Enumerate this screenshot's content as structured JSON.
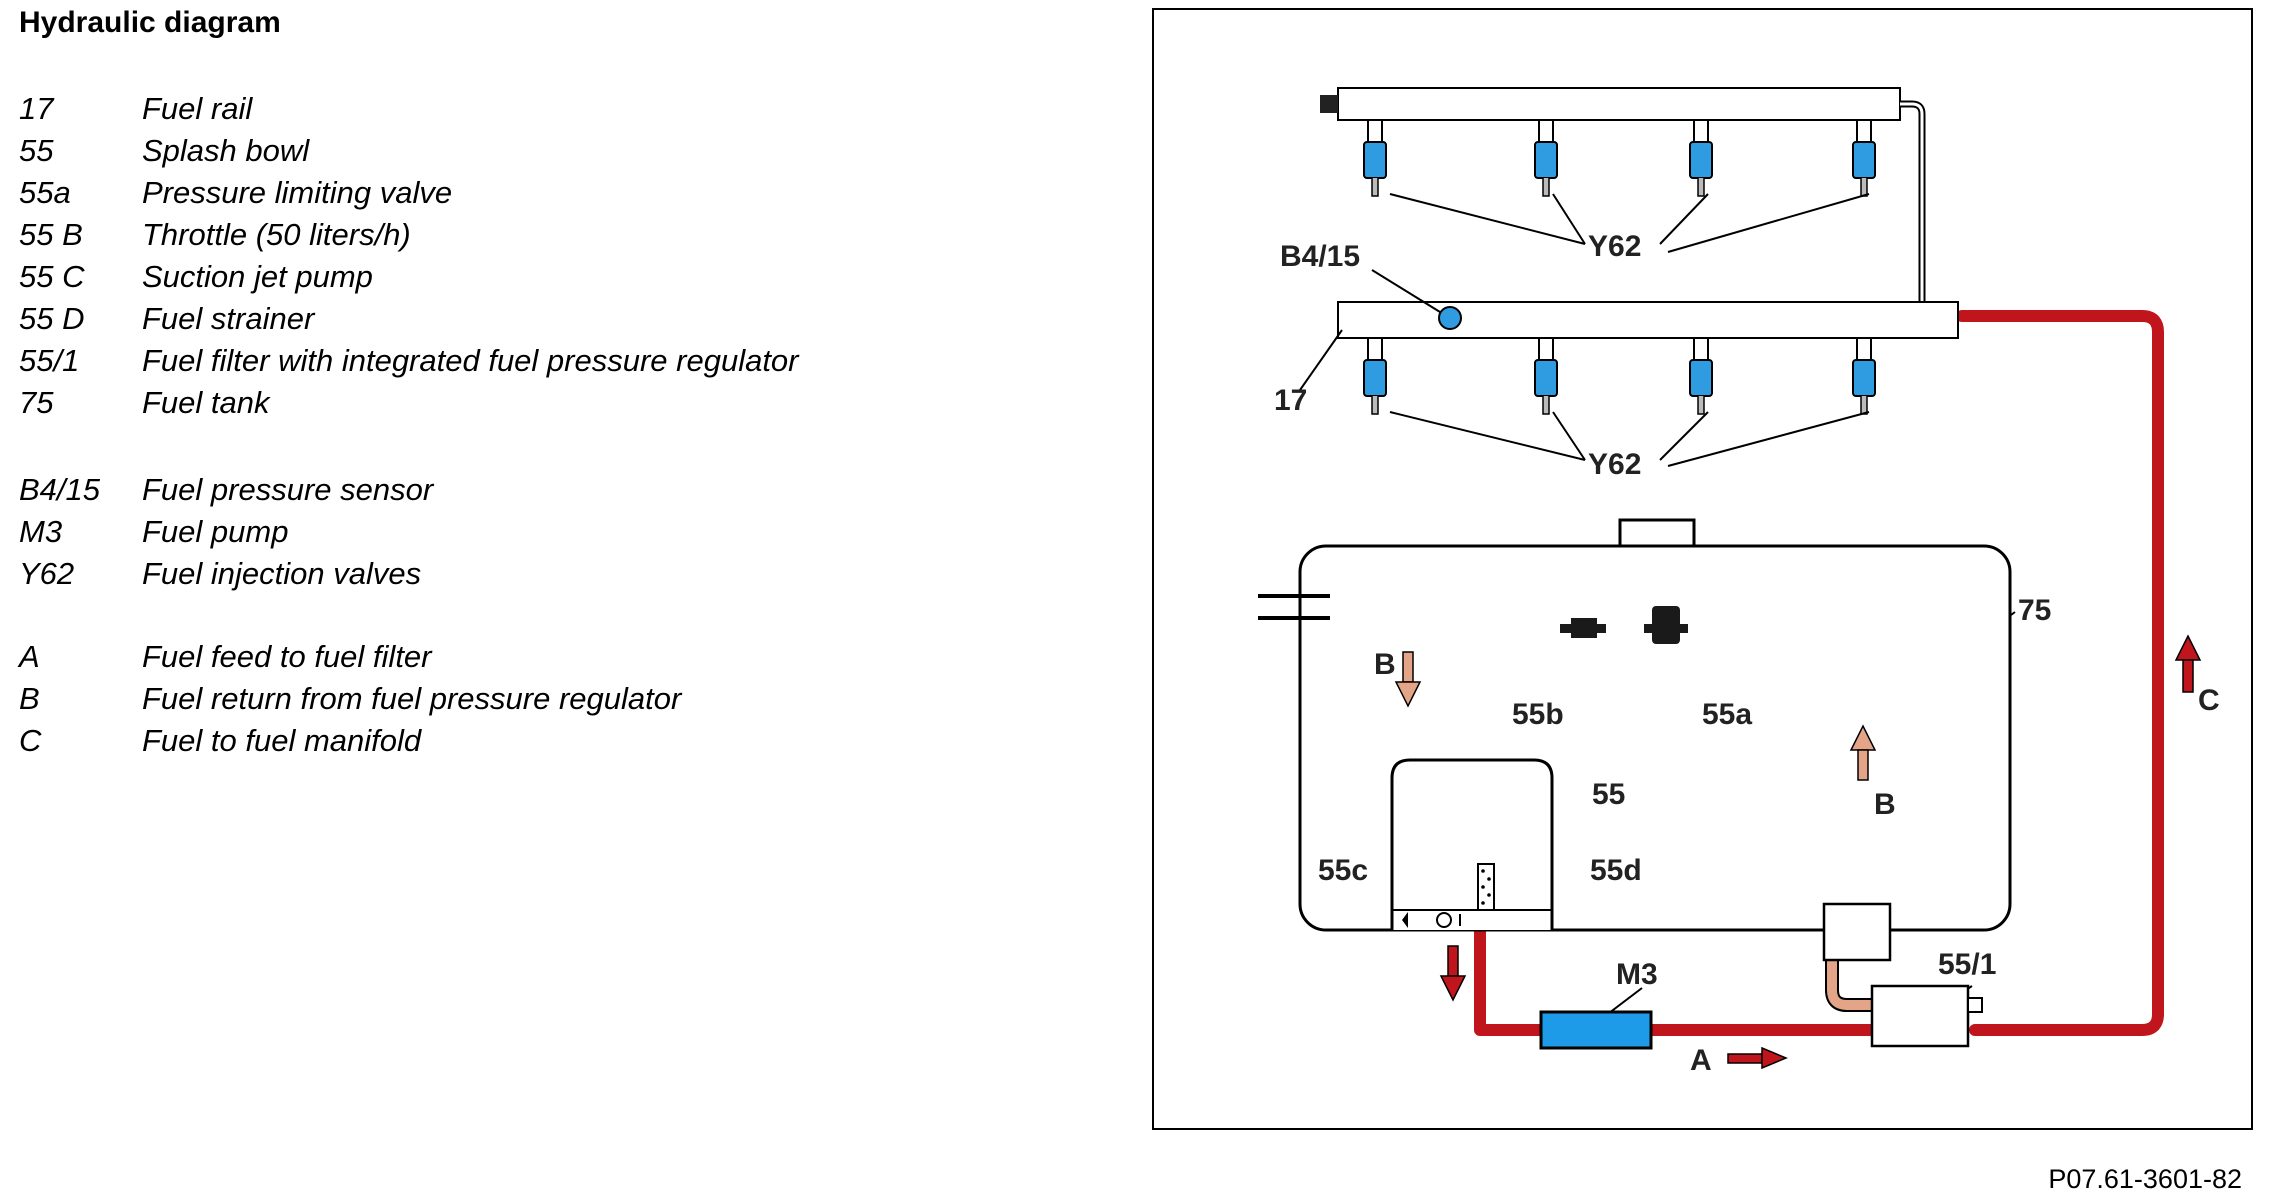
{
  "title": "Hydraulic diagram",
  "legend_groups": [
    [
      {
        "code": "17",
        "desc": "Fuel rail"
      },
      {
        "code": "55",
        "desc": "Splash bowl"
      },
      {
        "code": "55a",
        "desc": "Pressure limiting valve"
      },
      {
        "code": "55 B",
        "desc": "Throttle (50 liters/h)"
      },
      {
        "code": "55 C",
        "desc": "Suction jet pump"
      },
      {
        "code": "55 D",
        "desc": "Fuel strainer"
      },
      {
        "code": "55/1",
        "desc": "Fuel filter with integrated fuel pressure regulator"
      },
      {
        "code": "75",
        "desc": "Fuel tank"
      }
    ],
    [
      {
        "code": "B4/15",
        "desc": "Fuel pressure sensor"
      },
      {
        "code": "M3",
        "desc": "Fuel pump"
      },
      {
        "code": "Y62",
        "desc": "Fuel injection valves"
      }
    ],
    [
      {
        "code": "A",
        "desc": "Fuel feed to fuel filter"
      },
      {
        "code": "B",
        "desc": "Fuel return from fuel pressure regulator"
      },
      {
        "code": "C",
        "desc": "Fuel to fuel manifold"
      }
    ]
  ],
  "diagram_labels": {
    "y62_top": "Y62",
    "y62_bottom": "Y62",
    "b4_15": "B4/15",
    "rail_17": "17",
    "tank_75": "75",
    "v55b": "55b",
    "v55a": "55a",
    "bowl_55": "55",
    "c55c": "55c",
    "d55d": "55d",
    "m3": "M3",
    "f55_1": "55/1",
    "arrow_a": "A",
    "arrow_b_left": "B",
    "arrow_b_right": "B",
    "arrow_c": "C"
  },
  "colors": {
    "feed_line": "#c0151c",
    "return_line": "#e3a487",
    "injector": "#2f9be0",
    "pump": "#1e9be8",
    "valve": "#1a1a1a"
  },
  "figure_reference": "P07.61-3601-82"
}
